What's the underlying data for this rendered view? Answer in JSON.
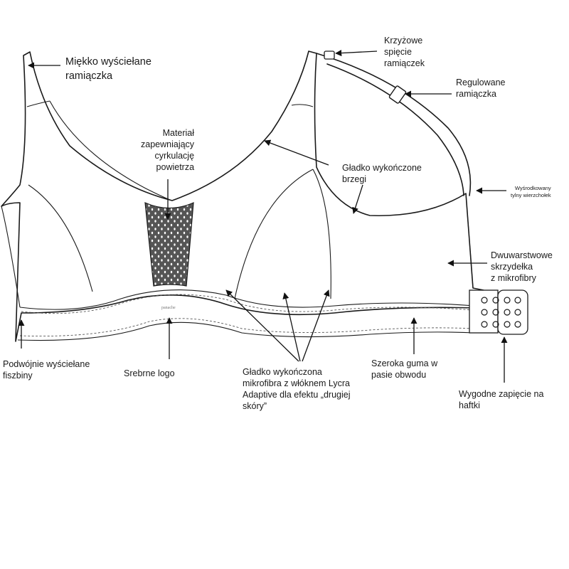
{
  "labels": {
    "soft_straps": "Miękko wyściełane\nramiączka",
    "cross_clip": "Krzyżowe\nspięcie\nramiączek",
    "adjustable_straps": "Regulowane\nramiączka",
    "breathable_material": "Materiał\nzapewniający\ncyrkulację\npowietrza",
    "smooth_edges": "Gładko wykończone\nbrzegi",
    "centered_back": "Wyśrodkowany\ntylny wierzchołek",
    "double_wings": "Dwuwarstwowe\nskrzydełka\nz mikrofibry",
    "padded_wires": "Podwójnie wyściełane\nfiszbiny",
    "silver_logo": "Srebrne logo",
    "microfibre_lycra": "Gładko wykończona\nmikrofibra z włóknem Lycra\nAdaptive dla efektu „drugiej\nskóry”",
    "wide_band": "Szeroka guma w\npasie obwodu",
    "hook_closure": "Wygodne zapięcie na\nhaftki"
  },
  "logo_text": "panache",
  "colors": {
    "line": "#1a1a1a",
    "mesh": "#555555",
    "mesh_dot": "#ffffff"
  }
}
